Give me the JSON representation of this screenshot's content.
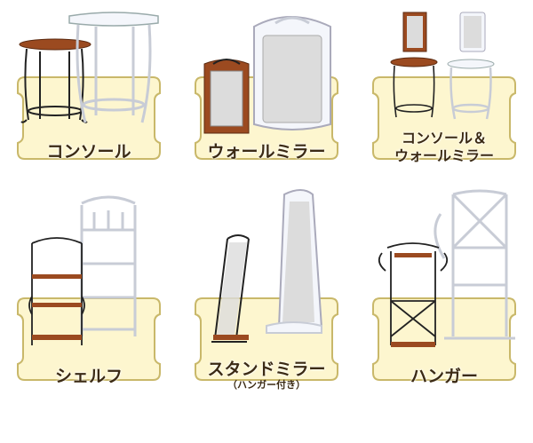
{
  "categories": [
    {
      "label": "コンソール"
    },
    {
      "label": "ウォールミラー"
    },
    {
      "label_line1": "コンソール＆",
      "label_line2": "ウォールミラー"
    },
    {
      "label": "シェルフ"
    },
    {
      "label": "スタンドミラー",
      "sublabel": "（ハンガー付き）"
    },
    {
      "label": "ハンガー"
    }
  ],
  "colors": {
    "plaque_fill": "#fdf6cf",
    "plaque_border": "#c9b86a",
    "wood": "#9b4a20",
    "iron": "#222222",
    "white_frame": "#f4f6fb",
    "mirror": "#dcdcdc"
  }
}
